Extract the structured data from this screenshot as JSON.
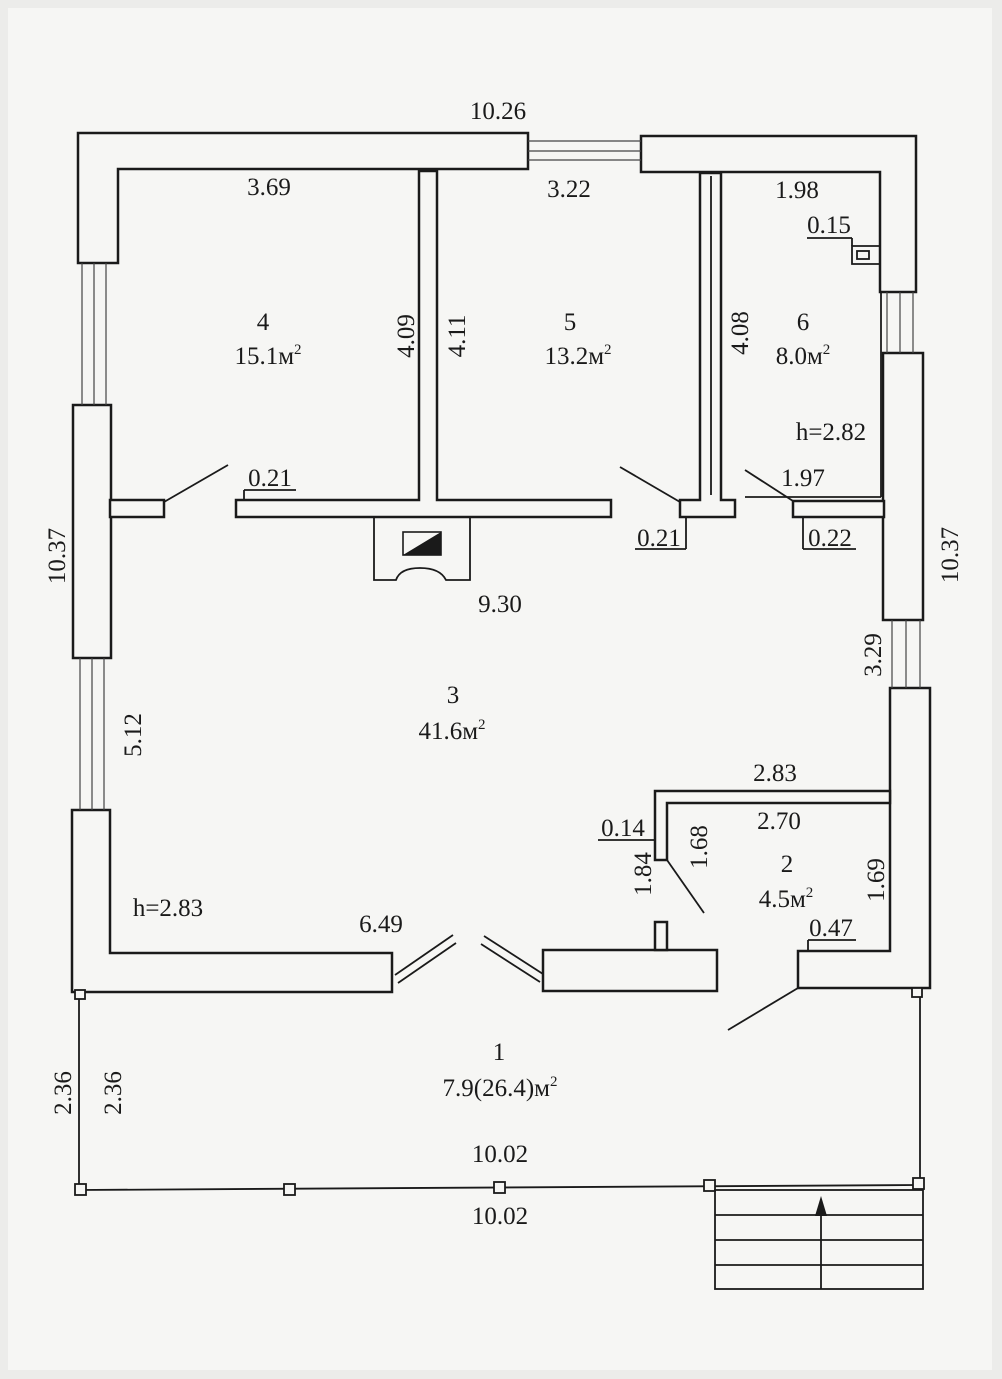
{
  "rooms": [
    {
      "number": "1",
      "area": "7.9(26.4)м",
      "unit_sup": "2"
    },
    {
      "number": "2",
      "area": "4.5м",
      "unit_sup": "2"
    },
    {
      "number": "3",
      "area": "41.6м",
      "unit_sup": "2"
    },
    {
      "number": "4",
      "area": "15.1м",
      "unit_sup": "2"
    },
    {
      "number": "5",
      "area": "13.2м",
      "unit_sup": "2"
    },
    {
      "number": "6",
      "area": "8.0м",
      "unit_sup": "2"
    }
  ],
  "heights": {
    "main": "h=2.83",
    "room6": "h=2.82"
  },
  "dimensions": {
    "top_outer": "10.26",
    "room4_width": "3.69",
    "room5_width": "3.22",
    "room6_width": "1.98",
    "room6_nook": "0.15",
    "wall_4_09": "4.09",
    "wall_4_11": "4.11",
    "wall_4_08": "4.08",
    "door_0_21_left": "0.21",
    "door_0_21_right": "0.21",
    "door_1_97": "1.97",
    "door_0_22": "0.22",
    "left_outer": "10.37",
    "right_outer": "10.37",
    "hall_width": "9.30",
    "left_5_12": "5.12",
    "right_3_29": "3.29",
    "room2_outer": "2.83",
    "room2_inner": "2.70",
    "room2_wall": "0.14",
    "room2_1_84": "1.84",
    "room2_1_68": "1.68",
    "room2_1_69": "1.69",
    "room2_door": "0.47",
    "front_6_49": "6.49",
    "porch_depth_outer": "2.36",
    "porch_depth_inner": "2.36",
    "porch_width_inner": "10.02",
    "porch_width_outer": "10.02"
  }
}
